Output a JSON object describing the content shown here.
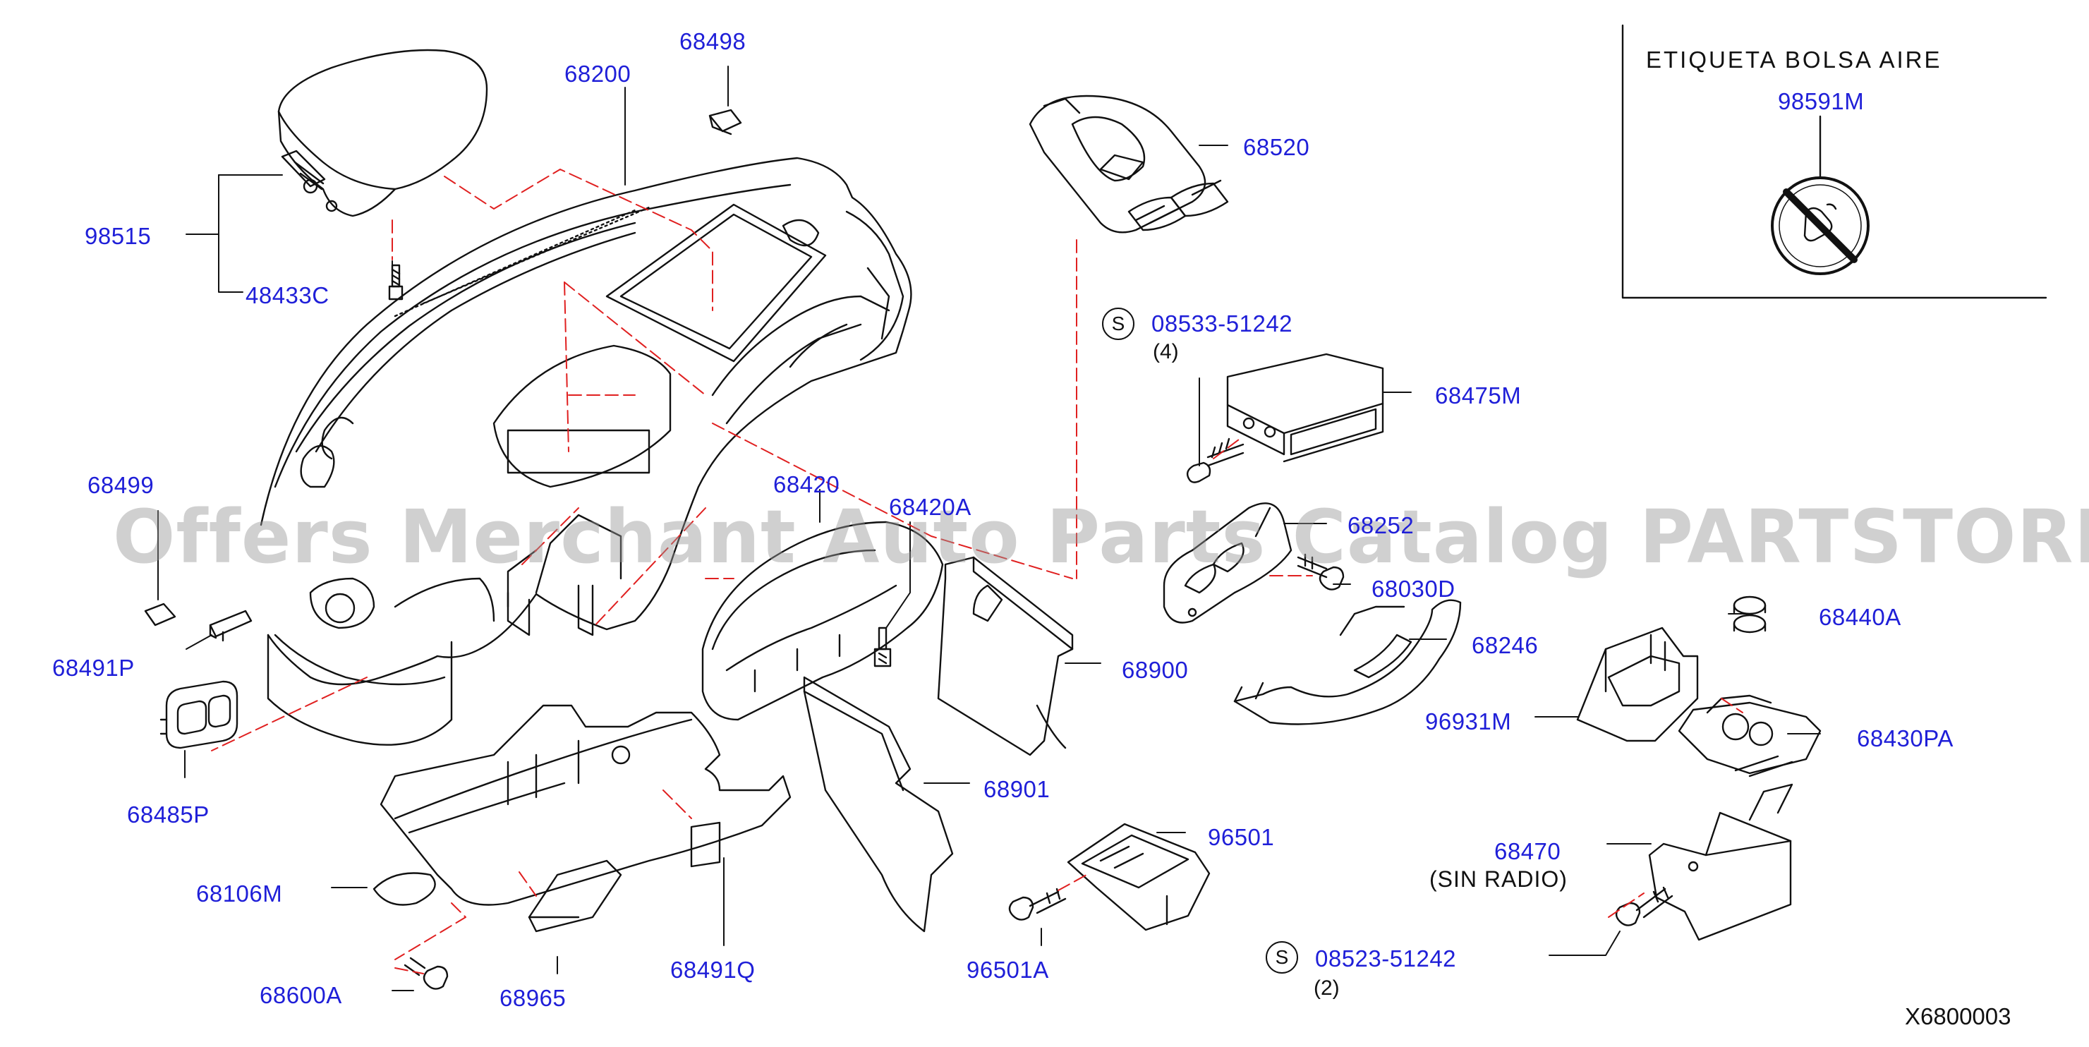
{
  "title_box": {
    "heading": "ETIQUETA  BOLSA  AIRE",
    "part": "98591M"
  },
  "parts": {
    "p68498": "68498",
    "p68200": "68200",
    "p98515": "98515",
    "p48433C": "48433C",
    "p68520": "68520",
    "p08533": "08533-51242",
    "p08533_qty": "(4)",
    "p68475M": "68475M",
    "p68499": "68499",
    "p68420": "68420",
    "p68420A": "68420A",
    "p68252": "68252",
    "p68030D": "68030D",
    "p68440A": "68440A",
    "p68246": "68246",
    "p68491P": "68491P",
    "p68900": "68900",
    "p96931M": "96931M",
    "p68430PA": "68430PA",
    "p68485P": "68485P",
    "p68901": "68901",
    "p96501": "96501",
    "p68470": "68470",
    "p68470_note": "(SIN  RADIO)",
    "p68106M": "68106M",
    "p68600A": "68600A",
    "p68965": "68965",
    "p68491Q": "68491Q",
    "p96501A": "96501A",
    "p08523": "08523-51242",
    "p08523_qty": "(2)"
  },
  "standard_mark": "S",
  "diagram_code": "X6800003",
  "watermark": "Offers Merchant Auto Parts Catalog PARTSTORE.SA",
  "colors": {
    "label": "#1f1fd8",
    "line": "#111111",
    "dash": "#e02020",
    "watermark": "#969696"
  }
}
